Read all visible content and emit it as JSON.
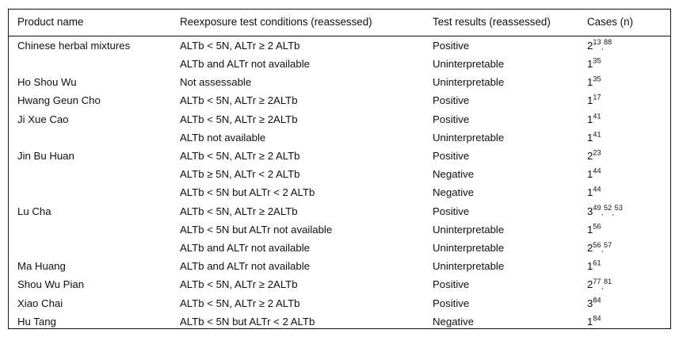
{
  "table": {
    "columns": [
      {
        "key": "product",
        "label": "Product name"
      },
      {
        "key": "conditions",
        "label": "Reexposure test conditions (reassessed)"
      },
      {
        "key": "results",
        "label": "Test results (reassessed)"
      },
      {
        "key": "cases",
        "label": "Cases (n)"
      }
    ],
    "rows": [
      {
        "product": "Chinese herbal mixtures",
        "conditions": "ALTb < 5N, ALTr ≥ 2 ALTb",
        "results": "Positive",
        "cases_count": "2",
        "cases_refs": [
          "13",
          "88"
        ]
      },
      {
        "product": "",
        "conditions": "ALTb and ALTr not available",
        "results": "Uninterpretable",
        "cases_count": "1",
        "cases_refs": [
          "35"
        ]
      },
      {
        "product": "Ho Shou Wu",
        "conditions": "Not assessable",
        "results": "Uninterpretable",
        "cases_count": "1",
        "cases_refs": [
          "35"
        ]
      },
      {
        "product": "Hwang Geun Cho",
        "conditions": "ALTb < 5N, ALTr ≥ 2ALTb",
        "results": "Positive",
        "cases_count": "1",
        "cases_refs": [
          "17"
        ]
      },
      {
        "product": "Ji Xue Cao",
        "conditions": "ALTb < 5N, ALTr ≥ 2ALTb",
        "results": "Positive",
        "cases_count": "1",
        "cases_refs": [
          "41"
        ]
      },
      {
        "product": "",
        "conditions": "ALTb not available",
        "results": "Uninterpretable",
        "cases_count": "1",
        "cases_refs": [
          "41"
        ]
      },
      {
        "product": "Jin Bu Huan",
        "conditions": "ALTb < 5N, ALTr ≥ 2 ALTb",
        "results": "Positive",
        "cases_count": "2",
        "cases_refs": [
          "23"
        ]
      },
      {
        "product": "",
        "conditions": "ALTb ≥ 5N, ALTr < 2 ALTb",
        "results": "Negative",
        "cases_count": "1",
        "cases_refs": [
          "44"
        ]
      },
      {
        "product": "",
        "conditions": "ALTb < 5N but ALTr < 2 ALTb",
        "results": "Negative",
        "cases_count": "1",
        "cases_refs": [
          "44"
        ]
      },
      {
        "product": "Lu Cha",
        "conditions": "ALTb < 5N, ALTr ≥ 2ALTb",
        "results": "Positive",
        "cases_count": "3",
        "cases_refs": [
          "49",
          "52",
          "53"
        ]
      },
      {
        "product": "",
        "conditions": "ALTb < 5N but ALTr not available",
        "results": "Uninterpretable",
        "cases_count": "1",
        "cases_refs": [
          "56"
        ]
      },
      {
        "product": "",
        "conditions": "ALTb and ALTr not available",
        "results": "Uninterpretable",
        "cases_count": "2",
        "cases_refs": [
          "56",
          "57"
        ]
      },
      {
        "product": "Ma Huang",
        "conditions": "ALTb and ALTr not available",
        "results": "Uninterpretable",
        "cases_count": "1",
        "cases_refs": [
          "61"
        ]
      },
      {
        "product": "Shou Wu Pian",
        "conditions": "ALTb < 5N, ALTr ≥ 2ALTb",
        "results": "Positive",
        "cases_count": "2",
        "cases_refs": [
          "77",
          "81"
        ]
      },
      {
        "product": "Xiao Chai",
        "conditions": "ALTb < 5N, ALTr ≥ 2 ALTb",
        "results": "Positive",
        "cases_count": "3",
        "cases_refs": [
          "84"
        ]
      },
      {
        "product": "Hu Tang",
        "conditions": "ALTb < 5N but ALTr < 2 ALTb",
        "results": "Negative",
        "cases_count": "1",
        "cases_refs": [
          "84"
        ]
      }
    ]
  },
  "style": {
    "rule_color": "#0d0d0d",
    "text_color": "#101010",
    "background": "#ffffff"
  }
}
